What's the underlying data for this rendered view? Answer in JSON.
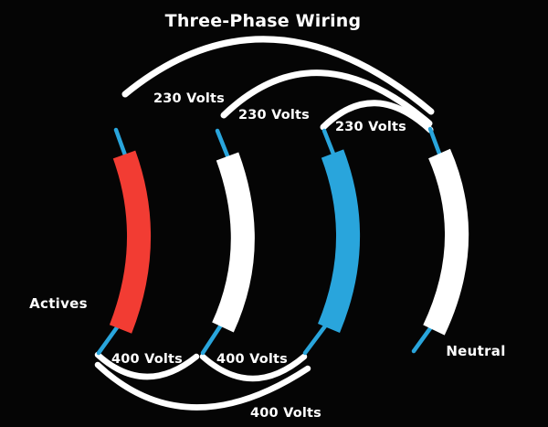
{
  "title": "Three-Phase Wiring",
  "diagram": {
    "background_color": "#050505",
    "text_color": "#ffffff",
    "arc_color": "#ffffff",
    "terminal_color": "#29a5dc",
    "actives_label": "Actives",
    "neutral_label": "Neutral",
    "top_arc_labels": [
      "230 Volts",
      "230 Volts",
      "230 Volts"
    ],
    "bottom_arc_labels": [
      "400 Volts",
      "400 Volts",
      "400 Volts"
    ],
    "wires": [
      {
        "name": "active-phase-1",
        "color": "#f23c33"
      },
      {
        "name": "active-phase-2",
        "color": "#ffffff"
      },
      {
        "name": "active-phase-3",
        "color": "#29a5dc"
      },
      {
        "name": "neutral",
        "color": "#ffffff"
      }
    ]
  }
}
